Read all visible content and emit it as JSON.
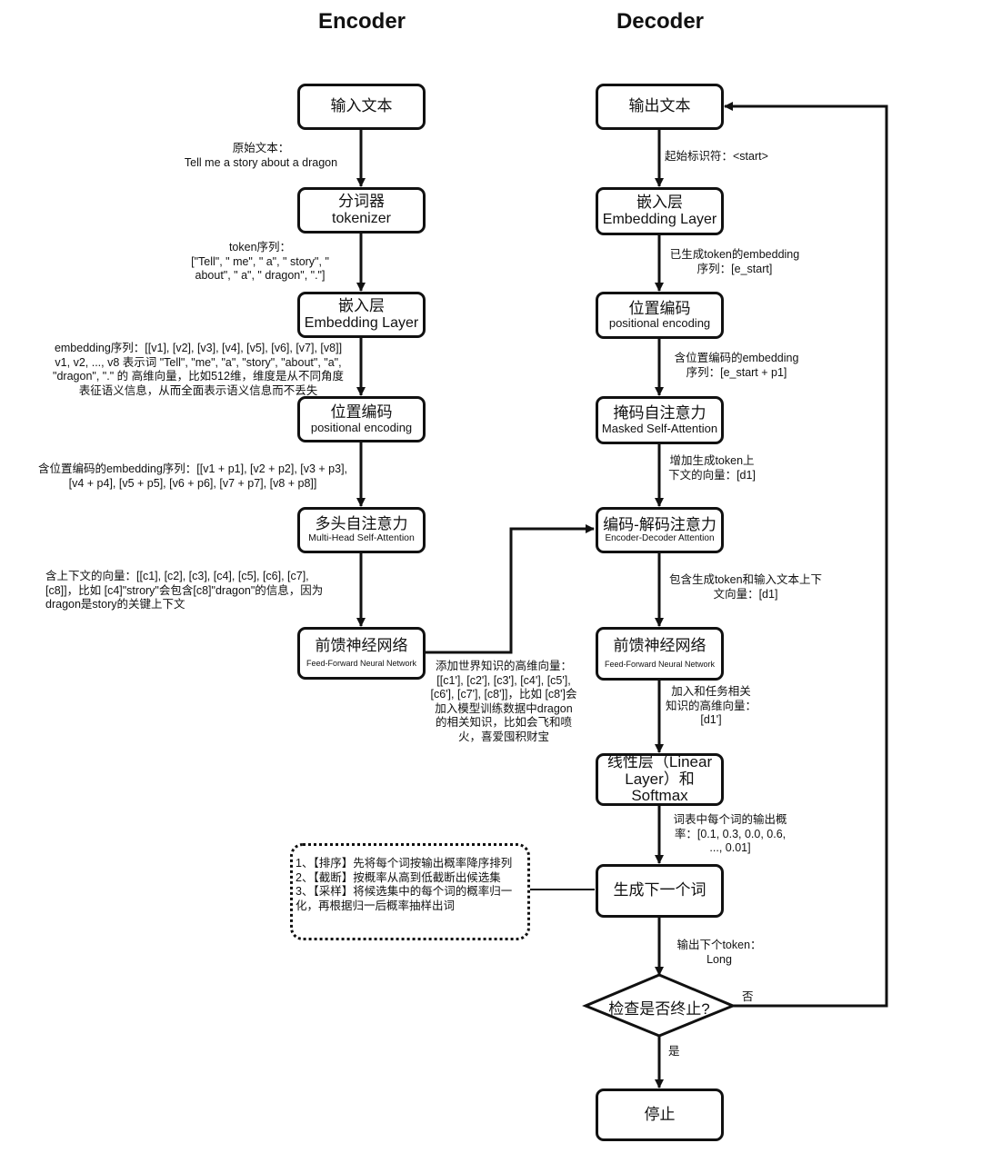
{
  "headers": {
    "encoder": "Encoder",
    "decoder": "Decoder"
  },
  "encoder": {
    "nodes": [
      {
        "l1": "输入文本",
        "l2": ""
      },
      {
        "l1": "分词器",
        "l2": "tokenizer"
      },
      {
        "l1": "嵌入层",
        "l2": "Embedding Layer"
      },
      {
        "l1": "位置编码",
        "l2": "positional encoding"
      },
      {
        "l1": "多头自注意力",
        "l2": "Multi-Head Self-Attention"
      },
      {
        "l1": "前馈神经网络",
        "l2": "Feed-Forward Neural Network"
      }
    ],
    "edge_labels": [
      "原始文本：\nTell me a story about a dragon",
      "token序列：\n[\"Tell\", \" me\", \" a\", \" story\", \"\n about\", \" a\", \" dragon\", \".\"]",
      "embedding序列：[[v1], [v2], [v3], [v4], [v5], [v6], [v7], [v8]]\nv1, v2, ..., v8 表示词 \"Tell\", \"me\", \"a\", \"story\", \"about\", \"a\",\n\"dragon\", \".\" 的 高维向量，比如512维，维度是从不同角度\n表征语义信息，从而全面表示语义信息而不丢失",
      "含位置编码的embedding序列：[[v1 + p1], [v2 + p2], [v3 + p3],\n[v4 + p4], [v5 + p5], [v6 + p6], [v7 + p7], [v8 + p8]]",
      "含上下文的向量：[[c1], [c2], [c3], [c4], [c5], [c6], [c7],\n[c8]]，比如 [c4]\"strory\"会包含[c8]\"dragon\"的信息，因为\ndragon是story的关键上下文",
      "添加世界知识的高维向量：\n[[c1'], [c2'], [c3'], [c4'], [c5'],\n[c6'], [c7'], [c8']]，比如 [c8']会\n加入模型训练数据中dragon\n的相关知识，比如会飞和喷\n火，喜爱囤积财宝"
    ]
  },
  "decoder": {
    "nodes": [
      {
        "l1": "输出文本",
        "l2": ""
      },
      {
        "l1": "嵌入层",
        "l2": "Embedding Layer"
      },
      {
        "l1": "位置编码",
        "l2": "positional encoding"
      },
      {
        "l1": "掩码自注意力",
        "l2": "Masked Self-Attention"
      },
      {
        "l1": "编码-解码注意力",
        "l2": "Encoder-Decoder Attention"
      },
      {
        "l1": "前馈神经网络",
        "l2": "Feed-Forward Neural Network"
      },
      {
        "l1": "线性层（Linear",
        "l2": "Layer）和Softmax"
      },
      {
        "l1": "生成下一个词",
        "l2": ""
      },
      {
        "l1": "停止",
        "l2": ""
      }
    ],
    "decision": "检查是否终止?",
    "edge_labels": [
      "起始标识符：<start>",
      "已生成token的embedding\n序列：[e_start]",
      "含位置编码的embedding\n序列：[e_start + p1]",
      "增加生成token上\n下文的向量：[d1]",
      "包含生成token和输入文本上下\n文向量：[d1]",
      "加入和任务相关\n知识的高维向量：\n[d1']",
      "词表中每个词的输出概\n率：[0.1, 0.3, 0.0, 0.6,\n..., 0.01]",
      "输出下个token：\nLong"
    ],
    "yes": "是",
    "no": "否"
  },
  "note": "1、【排序】先将每个词按输出概率降序排列\n2、【截断】按概率从高到低截断出候选集\n3、【采样】将候选集中的每个词的概率归一\n化，再根据归一后概率抽样出词"
}
